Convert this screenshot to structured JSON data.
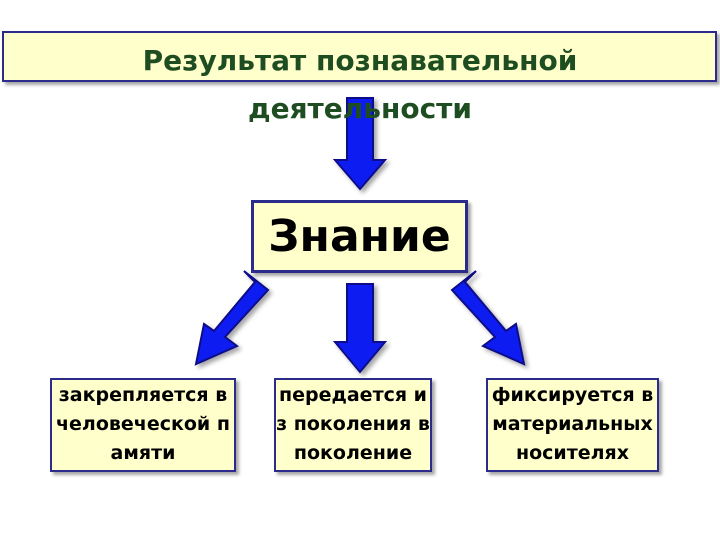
{
  "diagram": {
    "title": "Результат познавательной деятельности",
    "center": "Знание",
    "branches": [
      "закрепляется в человеческой памяти",
      "передается из поколения в поколение",
      "фиксируется в материальных носителях"
    ]
  },
  "colors": {
    "box_fill": "#ffffcc",
    "box_border": "#2b2b8c",
    "title_text": "#1d4d21",
    "arrow_fill": "#0a1ef0",
    "arrow_stroke": "#0d0d8a"
  }
}
